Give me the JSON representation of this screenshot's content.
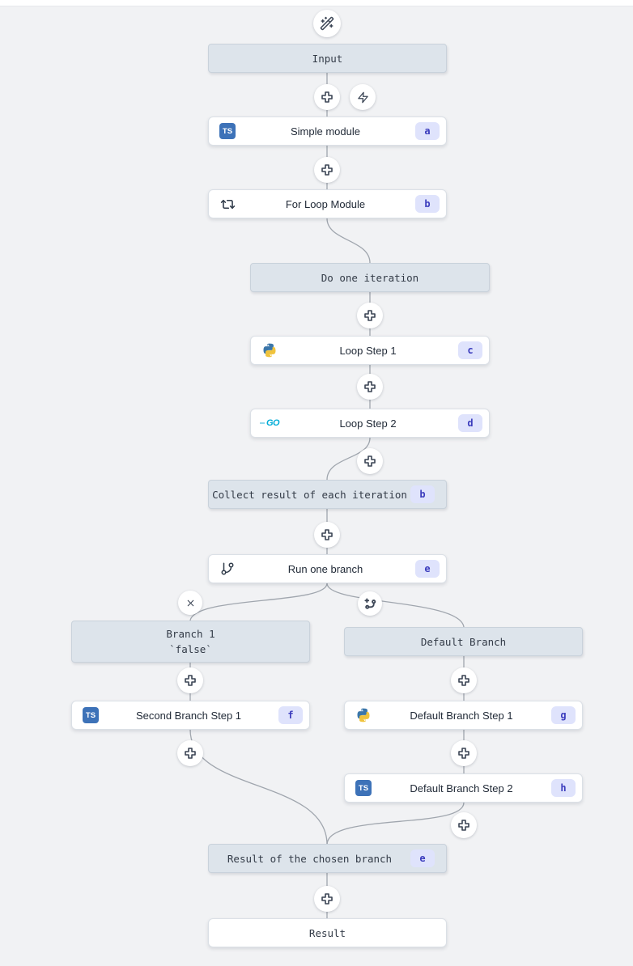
{
  "app": {
    "name": "flow-editor-canvas"
  },
  "colors": {
    "canvas_bg": "#f1f2f4",
    "module_bg": "#ffffff",
    "virtual_node_bg": "#dde4eb",
    "badge_bg": "#dfe3fc",
    "badge_text": "#3b3cbd",
    "edge": "#a0a6ae",
    "typescript_blue": "#3d72b8",
    "python_blue": "#3b76a9",
    "python_yellow": "#f0c33c",
    "go_cyan": "#00acd7"
  },
  "icons": {
    "ts_label": "TS",
    "go_label": "GO"
  },
  "nodes": {
    "input": {
      "label": "Input"
    },
    "simple_module": {
      "label": "Simple module",
      "badge": "a",
      "language": "typescript"
    },
    "for_loop_module": {
      "label": "For Loop Module",
      "badge": "b"
    },
    "do_one_iteration": {
      "label": "Do one iteration"
    },
    "loop_step_1": {
      "label": "Loop Step 1",
      "badge": "c",
      "language": "python"
    },
    "loop_step_2": {
      "label": "Loop Step 2",
      "badge": "d",
      "language": "go"
    },
    "collect_result": {
      "label": "Collect result of each iteration",
      "badge": "b"
    },
    "run_one_branch": {
      "label": "Run one branch",
      "badge": "e"
    },
    "branch_1": {
      "label": "Branch 1",
      "predicate": "`false`"
    },
    "default_branch": {
      "label": "Default Branch"
    },
    "second_branch_step_1": {
      "label": "Second Branch Step 1",
      "badge": "f",
      "language": "typescript"
    },
    "default_branch_step_1": {
      "label": "Default Branch Step 1",
      "badge": "g",
      "language": "python"
    },
    "default_branch_step_2": {
      "label": "Default Branch Step 2",
      "badge": "h",
      "language": "typescript"
    },
    "result_of_chosen_branch": {
      "label": "Result of the chosen branch",
      "badge": "e"
    },
    "result": {
      "label": "Result"
    }
  }
}
